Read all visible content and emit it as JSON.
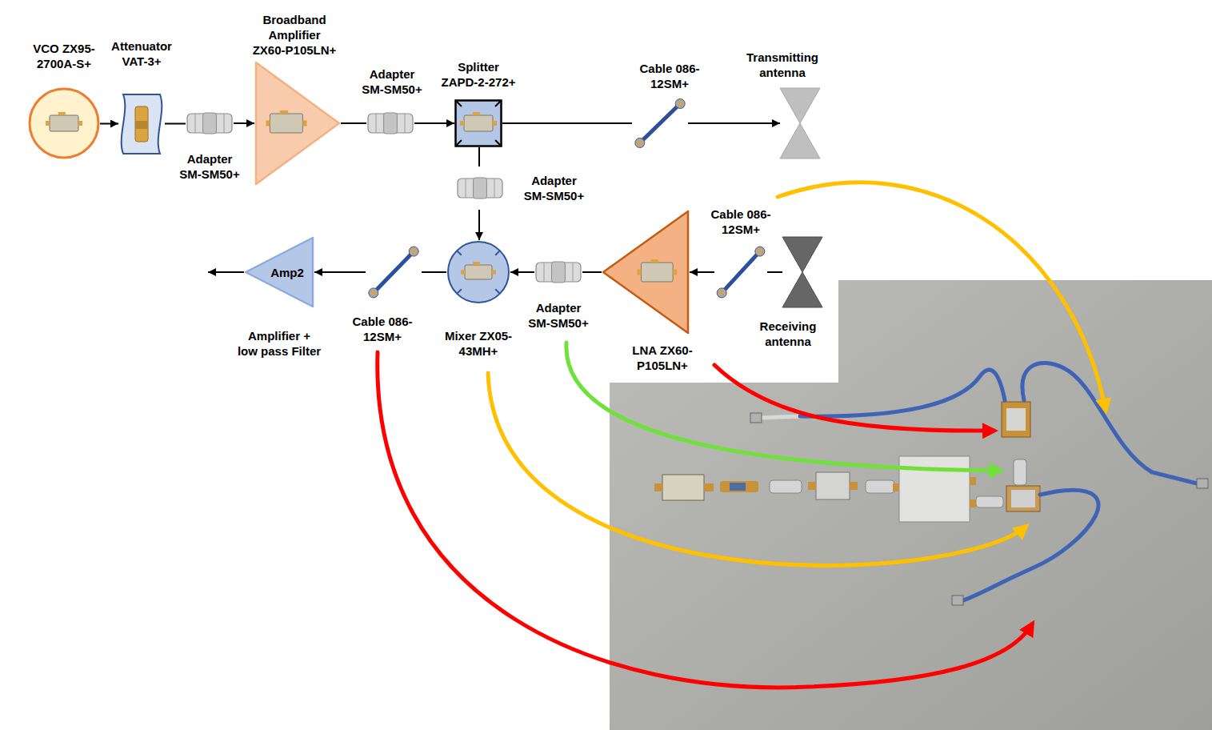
{
  "diagram": {
    "nodes": [
      {
        "text": [
          "VCO ZX95-2700A-S+"
        ]
      },
      {
        "text": [
          "Attenuator VAT-3+"
        ]
      },
      {
        "text": [
          "Adapter SM-SM50+"
        ]
      },
      {
        "text": [
          "Broadband Amplifier ZX60-P105LN+"
        ]
      },
      {
        "text": [
          "Adapter SM-SM50+"
        ]
      },
      {
        "text": [
          "Splitter ZAPD-2-272+"
        ]
      },
      {
        "text": [
          "Cable 086-12SM+"
        ]
      },
      {
        "text": [
          "Transmitting antenna"
        ]
      },
      {
        "text": [
          "Adapter SM-SM50+"
        ]
      },
      {
        "text": [
          "Receiving antenna"
        ]
      },
      {
        "text": [
          "Cable 086-12SM+"
        ]
      },
      {
        "text": [
          "LNA ZX60-P105LN+"
        ]
      },
      {
        "text": [
          "Adapter SM-SM50+"
        ]
      },
      {
        "text": [
          "Mixer ZX05-43MH+"
        ]
      },
      {
        "text": [
          "Cable 086-12SM+"
        ]
      },
      {
        "text": [
          "Amp2",
          "Amplifier + low pass Filter"
        ]
      }
    ],
    "edges": [
      {
        "from": 0,
        "to": 1,
        "arrow": "to"
      },
      {
        "from": 1,
        "to": 2,
        "arrow": "none"
      },
      {
        "from": 2,
        "to": 3,
        "arrow": "to"
      },
      {
        "from": 3,
        "to": 4,
        "arrow": "none"
      },
      {
        "from": 4,
        "to": 5,
        "arrow": "to"
      },
      {
        "from": 5,
        "to": 6,
        "arrow": "none"
      },
      {
        "from": 6,
        "to": 7,
        "arrow": "to"
      },
      {
        "from": 5,
        "to": 8,
        "arrow": "none"
      },
      {
        "from": 8,
        "to": 13,
        "arrow": "to"
      },
      {
        "from": 9,
        "to": 10,
        "arrow": "none"
      },
      {
        "from": 10,
        "to": 11,
        "arrow": "to"
      },
      {
        "from": 11,
        "to": 12,
        "arrow": "none"
      },
      {
        "from": 12,
        "to": 13,
        "arrow": "to"
      },
      {
        "from": 13,
        "to": 14,
        "arrow": "none"
      },
      {
        "from": 14,
        "to": 15,
        "arrow": "to"
      }
    ]
  }
}
